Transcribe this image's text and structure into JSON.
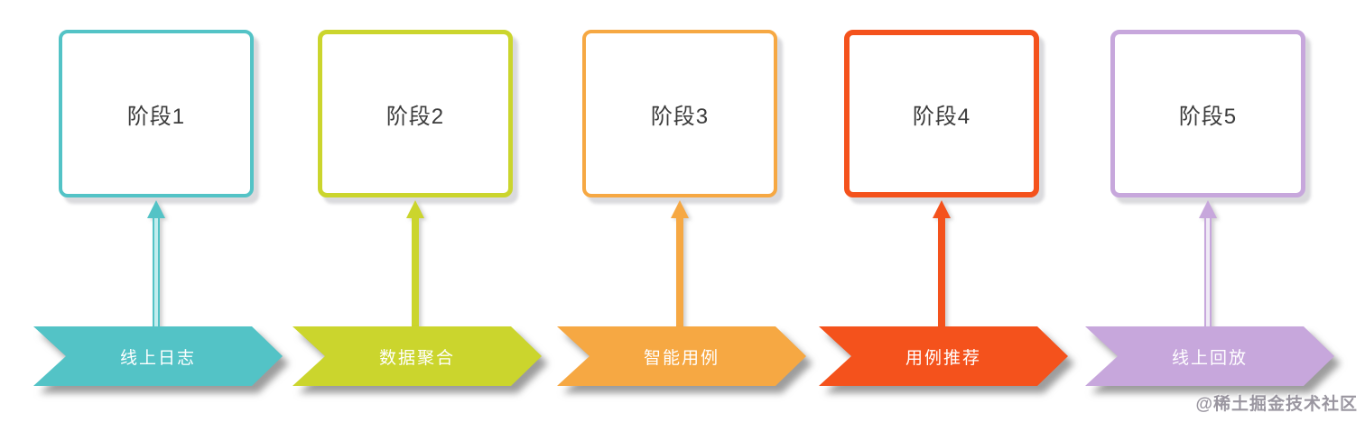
{
  "page": {
    "background": "#ffffff"
  },
  "watermark": {
    "text": "@稀土掘金技术社区"
  },
  "stages": [
    {
      "box_label": "阶段1",
      "banner_label": "线上日志",
      "color": "#53C3C6",
      "connector_core": "#C2EDEE"
    },
    {
      "box_label": "阶段2",
      "banner_label": "数据聚合",
      "color": "#CBD52D",
      "connector_core": null
    },
    {
      "box_label": "阶段3",
      "banner_label": "智能用例",
      "color": "#F6A843",
      "connector_core": null
    },
    {
      "box_label": "阶段4",
      "banner_label": "用例推荐",
      "color": "#F4521C",
      "connector_core": null
    },
    {
      "box_label": "阶段5",
      "banner_label": "线上回放",
      "color": "#C7A7DC",
      "connector_core": "#EFEAF5"
    }
  ]
}
